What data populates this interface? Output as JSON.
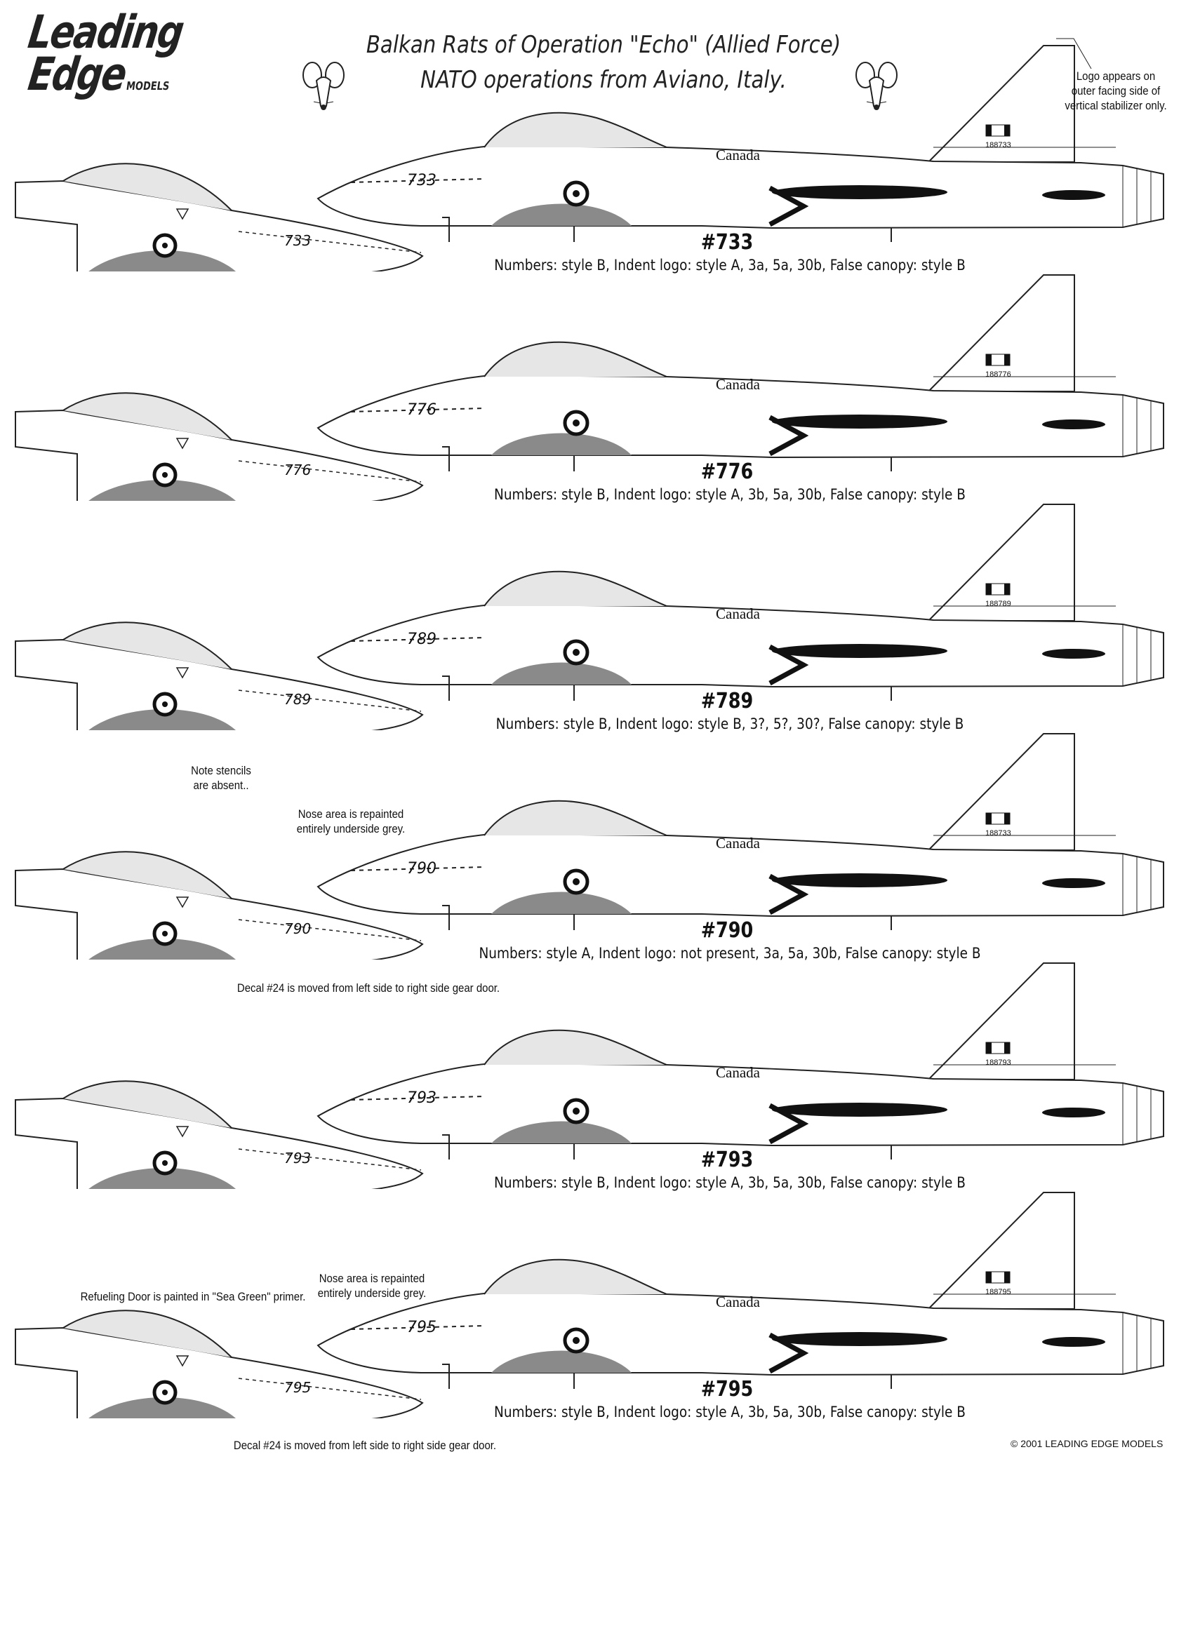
{
  "logo": {
    "line1": "Leading",
    "line2": "Edge",
    "models": "MODELS"
  },
  "title": {
    "line1": "Balkan Rats of Operation \"Echo\" (Allied Force)",
    "line2": "NATO operations from Aviano, Italy."
  },
  "colors": {
    "ink": "#111111",
    "shade": "#8a8a8a",
    "paper": "#ffffff"
  },
  "aircraft": [
    {
      "number": "733",
      "serial": "188733",
      "label": "#733",
      "caption": "Numbers: style B, Indent logo: style A, 3a, 5a, 30b, False canopy: style B"
    },
    {
      "number": "776",
      "serial": "188776",
      "label": "#776",
      "caption": "Numbers: style B, Indent logo: style A, 3b, 5a, 30b, False canopy: style B"
    },
    {
      "number": "789",
      "serial": "188789",
      "label": "#789",
      "caption": "Numbers: style B, Indent logo: style B, 3?, 5?, 30?, False canopy: style B"
    },
    {
      "number": "790",
      "serial": "188733",
      "label": "#790",
      "caption": "Numbers: style A, Indent logo: not present, 3a, 5a, 30b, False canopy: style B"
    },
    {
      "number": "793",
      "serial": "188793",
      "label": "#793",
      "caption": "Numbers: style B, Indent logo: style A, 3b, 5a, 30b, False canopy: style B"
    },
    {
      "number": "795",
      "serial": "188795",
      "label": "#795",
      "caption": "Numbers: style B, Indent logo: style A, 3b, 5a, 30b, False canopy: style B"
    }
  ],
  "fuselage_text": "Canada",
  "notes": {
    "logo_appears": "Logo appears on outer facing side of vertical stabilizer only.",
    "stencils_absent_1": "Note stencils",
    "stencils_absent_2": "are absent..",
    "nose_repainted_1": "Nose area is repainted",
    "nose_repainted_2": "entirely underside grey.",
    "decal24": "Decal #24 is moved from left side to right side gear door.",
    "refueling_door": "Refueling Door is painted in \"Sea Green\" primer.",
    "nose_repainted_b1": "Nose area is repainted",
    "nose_repainted_b2": "entirely underside grey.",
    "decal24_b": "Decal #24 is moved from left side to right side gear door."
  },
  "copyright": "© 2001 LEADING EDGE MODELS"
}
